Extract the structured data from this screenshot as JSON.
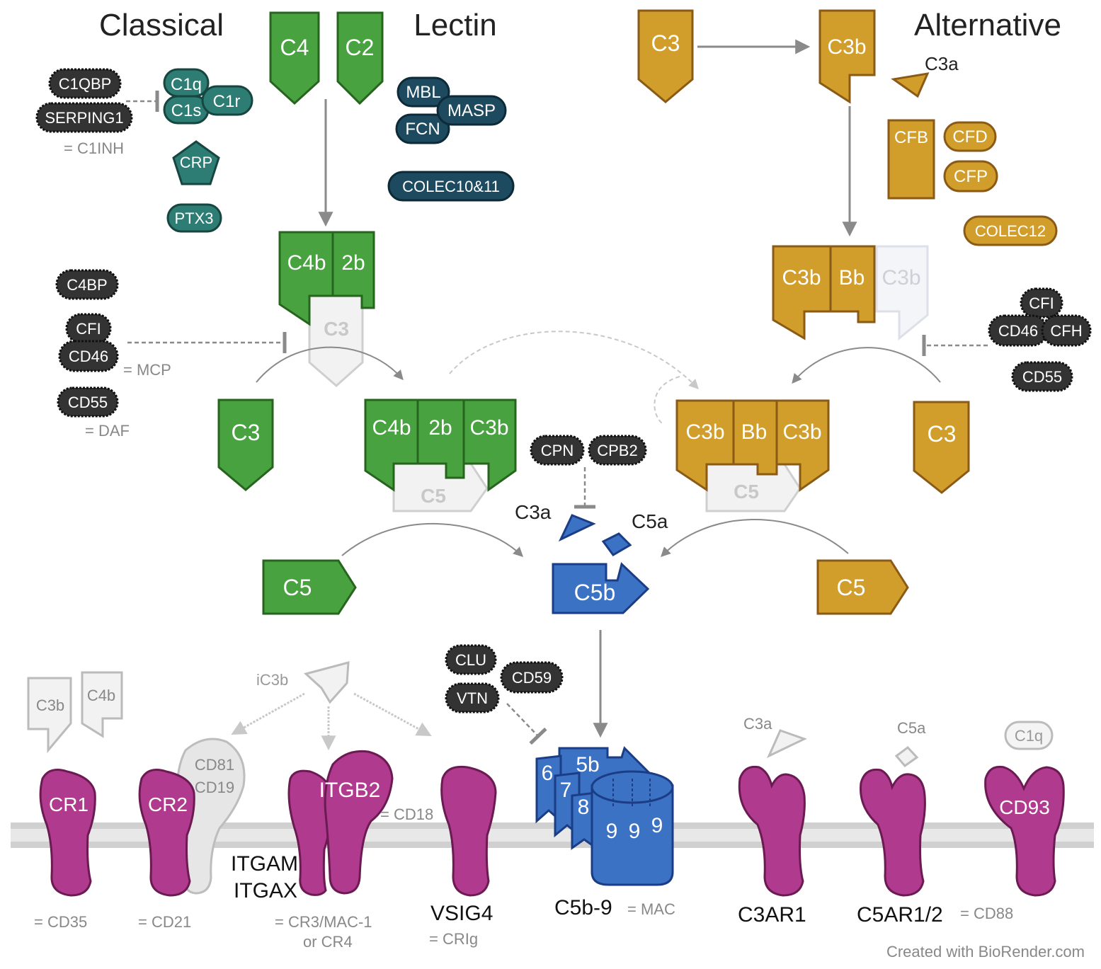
{
  "headers": {
    "classical": "Classical",
    "lectin": "Lectin",
    "alternative": "Alternative"
  },
  "colors": {
    "green": "#47a23f",
    "green_stroke": "#27651f",
    "gold": "#d19e2b",
    "gold_stroke": "#8a5a16",
    "teal": "#2e7d74",
    "navy": "#1d4a5f",
    "dark": "#333333",
    "blue": "#3b72c4",
    "blue_stroke": "#1a3d86",
    "magenta": "#b03a8e",
    "magenta_stroke": "#6b1a52",
    "ghost": "#eeeeee",
    "ghost_text": "#c8c8c8",
    "arrow": "#8a8a8a",
    "membrane": "#d6d6d6"
  },
  "classical": {
    "c1qbp": "C1QBP",
    "serping1": "SERPING1",
    "c1inh": "= C1INH",
    "c1q": "C1q",
    "c1r": "C1r",
    "c1s": "C1s",
    "crp": "CRP",
    "ptx3": "PTX3",
    "c4bp": "C4BP",
    "cfi": "CFI",
    "cd46": "CD46",
    "mcp": "= MCP",
    "cd55": "CD55",
    "daf": "= DAF",
    "c4": "C4",
    "c2": "C2",
    "c4b": "C4b",
    "c2b": "2b",
    "c3_ghost": "C3",
    "c3": "C3",
    "c3b": "C3b",
    "c5_ghost": "C5",
    "c5": "C5"
  },
  "lectin": {
    "mbl": "MBL",
    "masp": "MASP",
    "fcn": "FCN",
    "colec": "COLEC10&11"
  },
  "alternative": {
    "c3": "C3",
    "c3b": "C3b",
    "c3a": "C3a",
    "cfb": "CFB",
    "cfd": "CFD",
    "cfp": "CFP",
    "colec12": "COLEC12",
    "bb": "Bb",
    "c3b_ghost": "C3b",
    "cfi": "CFI",
    "cd46": "CD46",
    "cfh": "CFH",
    "cd55": "CD55",
    "c5_ghost": "C5",
    "c5": "C5"
  },
  "terminal": {
    "cpn": "CPN",
    "cpb2": "CPB2",
    "c3a": "C3a",
    "c5a": "C5a",
    "c5b": "C5b",
    "clu": "CLU",
    "vtn": "VTN",
    "cd59": "CD59",
    "mac_5b": "5b",
    "mac_6": "6",
    "mac_7": "7",
    "mac_8": "8",
    "mac_9": "9",
    "c5b9": "C5b-9",
    "mac": "= MAC"
  },
  "receptors": {
    "cr1": "CR1",
    "cd35": "= CD35",
    "c3b_free": "C3b",
    "c4b_free": "C4b",
    "cr2": "CR2",
    "cd21": "= CD21",
    "cd81": "CD81",
    "cd19": "CD19",
    "ic3b": "iC3b",
    "itgb2": "ITGB2",
    "cd18": "= CD18",
    "itgam": "ITGAM",
    "itgax": "ITGAX",
    "cr3": "= CR3/MAC-1",
    "cr4": "or CR4",
    "vsig4": "VSIG4",
    "crig": "= CRIg",
    "c3a_free": "C3a",
    "c3ar1": "C3AR1",
    "c5a_free": "C5a",
    "c5ar": "C5AR1/2",
    "cd88": "= CD88",
    "c1q_free": "C1q",
    "cd93": "CD93"
  },
  "footer": {
    "credit": "Created with BioRender.com"
  }
}
